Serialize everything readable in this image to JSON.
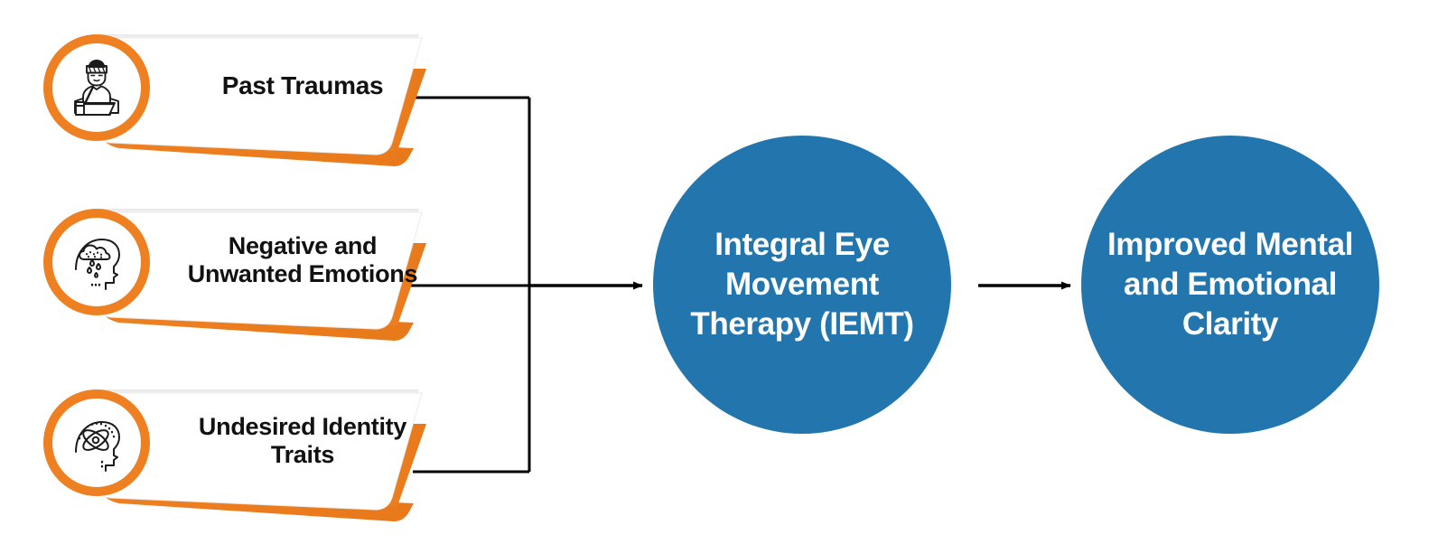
{
  "diagram": {
    "title": "Integral Eye Movement Therapy flow",
    "colors": {
      "orange": "#EE8022",
      "blue": "#2376AD",
      "card_bg": "#FFFFFF",
      "text_dark": "#111111",
      "text_light": "#FFFFFF",
      "connector": "#000000",
      "background": "#FFFFFF"
    }
  },
  "inputs": [
    {
      "label": "Past Traumas",
      "icon": "injured-person-sling-icon"
    },
    {
      "label": "Negative and Unwanted Emotions",
      "icon": "head-rain-cloud-icon"
    },
    {
      "label": "Undesired Identity Traits",
      "icon": "head-atom-icon"
    }
  ],
  "process": {
    "label": "Integral Eye Movement Therapy (IEMT)"
  },
  "outcome": {
    "label": "Improved Mental and Emotional Clarity"
  },
  "connectors": {
    "inputs_to_process": "arrow-right",
    "process_to_outcome": "arrow-right"
  }
}
